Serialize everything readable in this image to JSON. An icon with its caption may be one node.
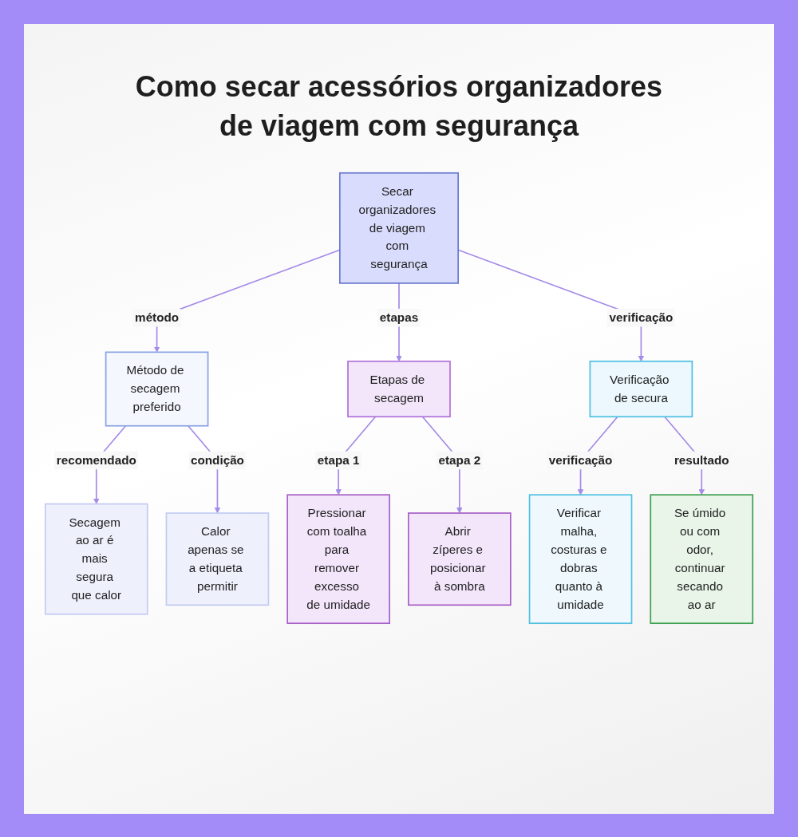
{
  "diagram": {
    "title": "Como secar acessórios organizadores de viagem com segurança",
    "nodes": [
      {
        "text": [
          "Secar organizadores de viagem com segurança"
        ]
      },
      {
        "text": [
          "Método de secagem preferido"
        ]
      },
      {
        "text": [
          "Etapas de secagem"
        ]
      },
      {
        "text": [
          "Verificação de secura"
        ]
      },
      {
        "text": [
          "Secagem ao ar é mais segura que calor"
        ]
      },
      {
        "text": [
          "Calor apenas se a etiqueta permitir"
        ]
      },
      {
        "text": [
          "Pressionar com toalha para remover excesso de umidade"
        ]
      },
      {
        "text": [
          "Abrir zíperes e posicionar à sombra"
        ]
      },
      {
        "text": [
          "Verificar malha, costuras e dobras quanto à umidade"
        ]
      },
      {
        "text": [
          "Se úmido ou com odor, continuar secando ao ar"
        ]
      }
    ],
    "edges": [
      {
        "from": 0,
        "to": 1,
        "arrow": "to",
        "label": "método"
      },
      {
        "from": 0,
        "to": 2,
        "arrow": "to",
        "label": "etapas"
      },
      {
        "from": 0,
        "to": 3,
        "arrow": "to",
        "label": "verificação"
      },
      {
        "from": 1,
        "to": 4,
        "arrow": "to",
        "label": "recomendado"
      },
      {
        "from": 1,
        "to": 5,
        "arrow": "to",
        "label": "condição"
      },
      {
        "from": 2,
        "to": 6,
        "arrow": "to",
        "label": "etapa 1"
      },
      {
        "from": 2,
        "to": 7,
        "arrow": "to",
        "label": "etapa 2"
      },
      {
        "from": 3,
        "to": 8,
        "arrow": "to",
        "label": "verificação"
      },
      {
        "from": 3,
        "to": 9,
        "arrow": "to",
        "label": "resultado"
      }
    ]
  }
}
